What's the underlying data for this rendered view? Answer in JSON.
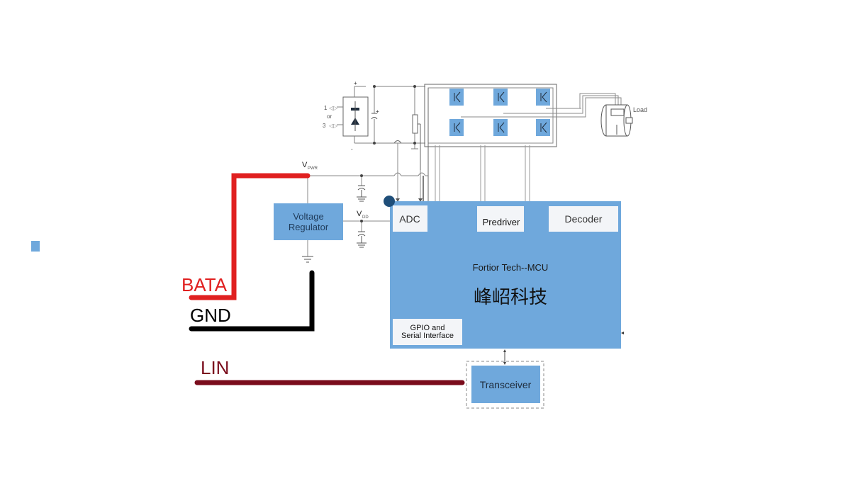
{
  "colors": {
    "block_fill": "#6fa8dc",
    "sub_block_fill": "#f3f5f8",
    "wire": "#7f7f7f",
    "bata_wire": "#e02020",
    "gnd_wire": "#000000",
    "lin_wire": "#7a0c1c",
    "junction_dot": "#1f4e79"
  },
  "rectifier": {
    "input_label_1": "1",
    "input_label_or": "or",
    "input_label_3": "3",
    "plus_label": "+",
    "minus_label": "-",
    "cap_plus_label": "+"
  },
  "load": {
    "label": "Load"
  },
  "power": {
    "vpwr_label": "V",
    "vpwr_sub": "PWR",
    "vdd_label": "V",
    "vdd_sub": "DD"
  },
  "blocks": {
    "voltage_regulator_line1": "Voltage",
    "voltage_regulator_line2": "Regulator",
    "adc": "ADC",
    "predriver": "Predriver",
    "decoder": "Decoder",
    "mcu_title": "Fortior Tech--MCU",
    "mcu_cn": "峰岹科技",
    "gpio_line1": "GPIO and",
    "gpio_line2": "Serial Interface",
    "transceiver": "Transceiver"
  },
  "signals": {
    "bata": "BATA",
    "gnd": "GND",
    "lin": "LIN"
  }
}
